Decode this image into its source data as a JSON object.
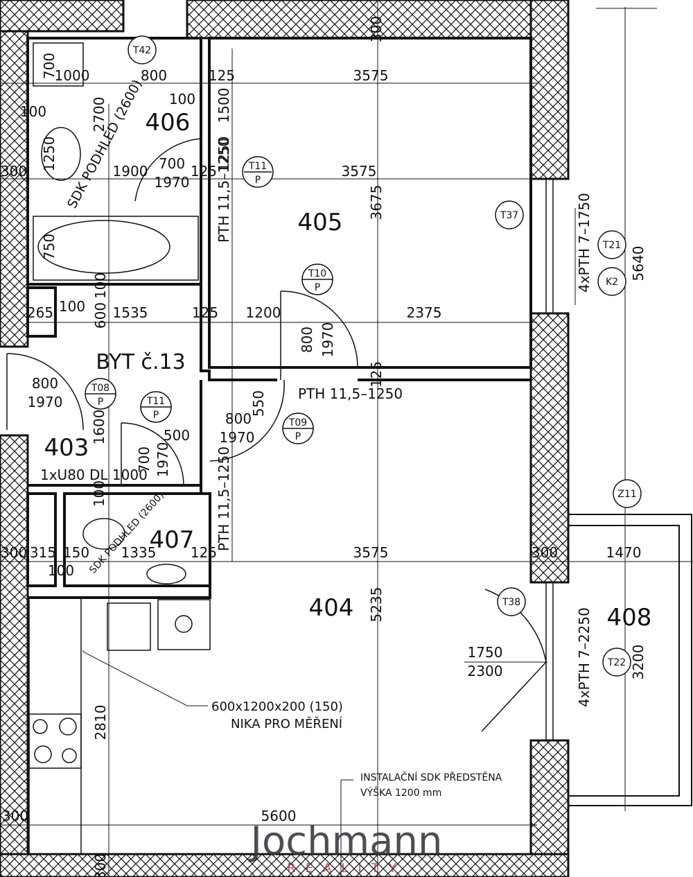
{
  "plan": {
    "unit_label": "BYT č.13",
    "rooms": {
      "r403": "403",
      "r404": "404",
      "r405": "405",
      "r406": "406",
      "r407": "407",
      "r408": "408"
    },
    "dims": {
      "d700_top": "700",
      "d1000": "1000",
      "d800_top": "800",
      "d125_a": "125",
      "d3575_a": "3575",
      "d300_v_top": "300",
      "d2700": "2700",
      "d1500": "1500",
      "d100_a": "100",
      "d100_b": "100",
      "d1250_a": "1250",
      "d1250_b": "1250",
      "d300_left": "300",
      "d1900": "1900",
      "d700_b": "700",
      "d1970_a": "1970",
      "d125_b": "125",
      "d3575_b": "3575",
      "d3675": "3675",
      "d750": "750",
      "d265": "265",
      "d100_c": "100",
      "d100_d": "100",
      "d600": "600",
      "d1535": "1535",
      "d125_c": "125",
      "d1200": "1200",
      "d2375": "2375",
      "d800_b": "800",
      "d1970_b": "1970",
      "d125_d": "125",
      "d800_c": "800",
      "d1970_c": "1970",
      "d1600": "1600",
      "d550": "550",
      "d800_d": "800",
      "d500": "500",
      "d1970_d": "1970",
      "d700_c": "700",
      "d1970_e": "1970",
      "d100_e": "100",
      "d300_b": "300",
      "d315": "315",
      "d150": "150",
      "d1335": "1335",
      "d125_e": "125",
      "d3575_c": "3575",
      "d300_c": "300",
      "d1470": "1470",
      "d100_f": "100",
      "d5235": "5235",
      "d1750": "1750",
      "d2300": "2300",
      "d2810": "2810",
      "d300_d": "300",
      "d5600": "5600",
      "d300_e": "300",
      "d5640": "5640",
      "d3200": "3200"
    },
    "labels": {
      "pth_a": "PTH 11,5–1250",
      "pth_b": "PTH 11,5–1250",
      "pth_c": "PTH 11,5–1250",
      "win_a": "4xPTH 7–1750",
      "win_b": "4xPTH 7–2250",
      "sdk_a": "SDK PODHLED (2600)",
      "sdk_b": "SDK PODHLED (2600)",
      "u80": "1xU80 DL 1000",
      "nika1": "600x1200x200 (150)",
      "nika2": "NIKA PRO MĚŘENÍ",
      "inst1": "INSTALAČNÍ SDK PŘEDSTĚNA",
      "inst2": "VÝŠKA 1200 mm"
    },
    "tags": {
      "t42": "T42",
      "t11a": "T11",
      "t11a_p": "P",
      "t10": "T10",
      "t10_p": "P",
      "t37": "T37",
      "t21": "T21",
      "k2": "K2",
      "t08": "T08",
      "t08_p": "P",
      "t11b": "T11",
      "t11b_p": "P",
      "t09": "T09",
      "t09_p": "P",
      "z11": "Z11",
      "t38": "T38",
      "t22": "T22"
    }
  },
  "watermark": {
    "brand": "Jochmann",
    "sub": "REALITY"
  },
  "colors": {
    "ink": "#111111",
    "brand_dark": "#3a3a44",
    "brand_accent": "#b0202a"
  }
}
